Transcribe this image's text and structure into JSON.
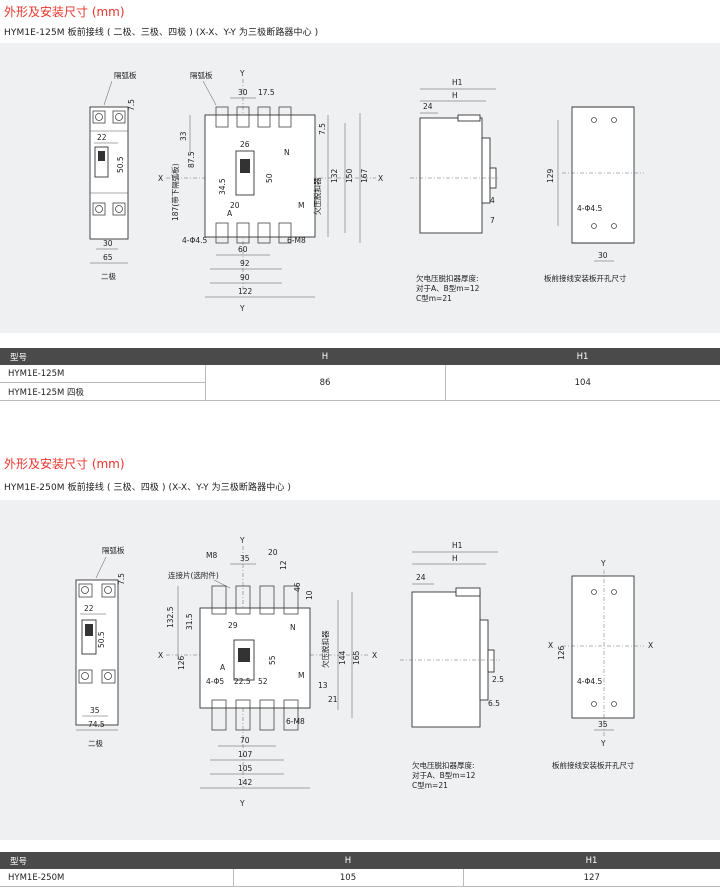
{
  "section1": {
    "title": "外形及安装尺寸 (mm)",
    "subtitle": "HYM1E-125M 板前接线 ( 二极、三极、四极 )    (X-X、Y-Y 为三极断路器中心 )",
    "labels": {
      "arc_plate_a": "隔弧板",
      "arc_plate_b": "隔弧板",
      "two_pole": "二极",
      "y_top": "Y",
      "y_bottom": "Y",
      "x_left": "X",
      "x_right": "X",
      "n": "N",
      "m": "M",
      "a": "A",
      "uv_vertical": "欠压脱扣器",
      "rear_total": "187(带下隔弧板)",
      "note1": "欠电压脱扣器厚度:",
      "note2": "对于A、B型m=12",
      "note3": "C型m=21",
      "panel_caption": "板前接线安装板开孔尺寸",
      "side_h1": "H1",
      "side_h": "H"
    },
    "dims": {
      "d7_5": "7.5",
      "d22": "22",
      "d50_5": "50.5",
      "d30": "30",
      "d65": "65",
      "d30b": "30",
      "d17_5": "17.5",
      "d33": "33",
      "d26": "26",
      "d87_5": "87.5",
      "d34_5": "34.5",
      "d50": "50",
      "d20": "20",
      "d4_phi": "4-Φ4.5",
      "d60": "60",
      "d92": "92",
      "d90": "90",
      "d122": "122",
      "d6m8": "6-M8",
      "d132": "132",
      "d150": "150",
      "d167": "167",
      "d7_5b": "7.5",
      "d24": "24",
      "d4": "4",
      "d7": "7",
      "d129": "129",
      "d4phi_p": "4-Φ4.5",
      "d30p": "30"
    },
    "table": {
      "headers": [
        "型号",
        "H",
        "H1"
      ],
      "rows": [
        {
          "models": [
            "HYM1E-125M",
            "HYM1E-125M 四极"
          ],
          "h": "86",
          "h1": "104"
        }
      ]
    }
  },
  "section2": {
    "title": "外形及安装尺寸 (mm)",
    "subtitle": "HYM1E-250M 板前接线 ( 三极、四极 )    (X-X、Y-Y 为三极断路器中心 )",
    "labels": {
      "arc_plate": "隔弧板",
      "two_pole": "二极",
      "y_top": "Y",
      "y_bottom": "Y",
      "x_left": "X",
      "x_right": "X",
      "n": "N",
      "m": "M",
      "a": "A",
      "m8": "M8",
      "terminal": "连接片(选附件)",
      "uv_vertical": "欠压脱扣器",
      "note1": "欠电压脱扣器厚度:",
      "note2": "对于A、B型m=12",
      "note3": "C型m=21",
      "panel_caption": "板前接线安装板开孔尺寸",
      "side_h1": "H1",
      "side_h": "H",
      "py_top": "Y",
      "py_bottom": "Y",
      "px_left": "X",
      "px_right": "X"
    },
    "dims": {
      "d7_5": "7.5",
      "d22": "22",
      "d50_5": "50.5",
      "d35": "35",
      "d74_5": "74.5",
      "d35b": "35",
      "d20": "20",
      "d12": "12",
      "d46": "46",
      "d10": "10",
      "d132_5": "132.5",
      "d31_5": "31.5",
      "d29": "29",
      "d126": "126",
      "d55": "55",
      "d4phi": "4-Φ5",
      "d22_5": "22.5",
      "d52": "52",
      "d6m8": "6-M8",
      "d70": "70",
      "d107": "107",
      "d105": "105",
      "d142": "142",
      "d144": "144",
      "d165": "165",
      "d13": "13",
      "d21": "21",
      "d24": "24",
      "d2_5": "2.5",
      "d6_5": "6.5",
      "d126p": "126",
      "d4phi_p": "4-Φ4.5",
      "d35p": "35"
    },
    "table": {
      "headers": [
        "型号",
        "H",
        "H1"
      ],
      "rows": [
        {
          "models": [
            "HYM1E-250M"
          ],
          "h": "105",
          "h1": "127"
        }
      ]
    }
  }
}
